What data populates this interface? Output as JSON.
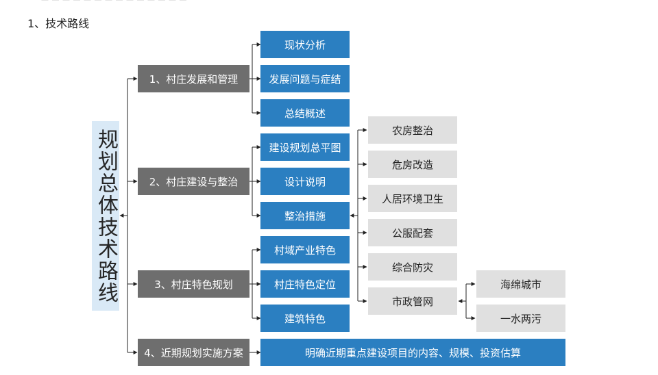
{
  "header": {
    "faint_text": "— — — — — — — — — — — — — —",
    "title": "1、技术路线"
  },
  "diagram": {
    "root": "规划总体技术路线",
    "groups": [
      {
        "label": "1、村庄发展和管理",
        "children": [
          "现状分析",
          "发展问题与症结",
          "总结概述"
        ]
      },
      {
        "label": "2、村庄建设与整治",
        "children": [
          "建设规划总平图",
          "设计说明",
          "整治措施"
        ]
      },
      {
        "label": "3、村庄特色规划",
        "children": [
          "村域产业特色",
          "村庄特色定位",
          "建筑特色"
        ]
      },
      {
        "label": "4、近期规划实施方案",
        "children": [
          "明确近期重点建设项目的内容、规模、投资估算"
        ]
      }
    ],
    "measures": [
      "农房整治",
      "危房改造",
      "人居环境卫生",
      "公服配套",
      "综合防灾",
      "市政管网"
    ],
    "municipal": [
      "海绵城市",
      "一水两污"
    ]
  },
  "colors": {
    "gray_box": "#6e6e6e",
    "blue_box": "#2b7fc1",
    "light_box": "#e0e0e0",
    "root_bg": "#d9e9f6"
  }
}
